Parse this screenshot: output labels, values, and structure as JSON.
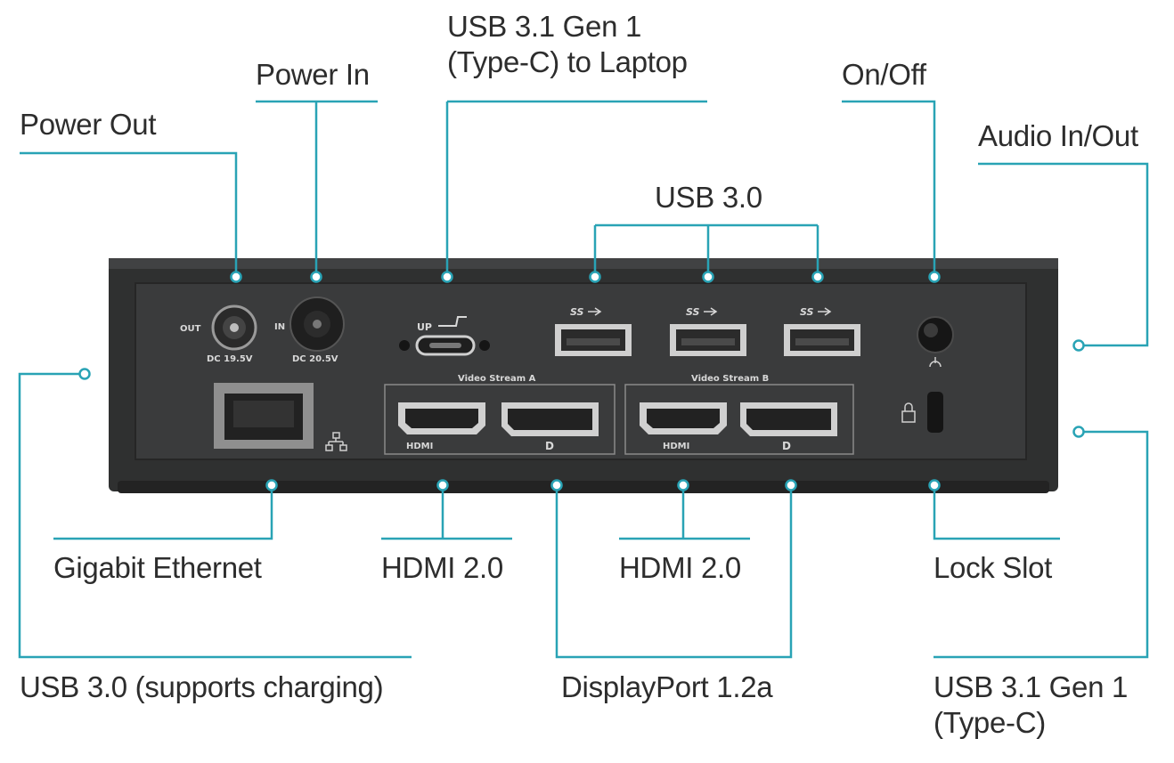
{
  "colors": {
    "callout": "#29a3b5",
    "device_body": "#2f3030",
    "device_panel": "#3a3b3c",
    "port_metal": "#cfcfcf",
    "label_text": "#2d2d2d"
  },
  "labels": {
    "power_out": "Power Out",
    "power_in": "Power In",
    "usb31_laptop_line1": "USB 3.1 Gen 1",
    "usb31_laptop_line2": "(Type-C) to Laptop",
    "on_off": "On/Off",
    "audio": "Audio In/Out",
    "usb30_top": "USB 3.0",
    "gigabit": "Gigabit Ethernet",
    "hdmi_a": "HDMI 2.0",
    "hdmi_b": "HDMI 2.0",
    "lock": "Lock Slot",
    "usb30_charging": "USB 3.0 (supports charging)",
    "displayport": "DisplayPort 1.2a",
    "usb31_typec_line1": "USB 3.1 Gen 1",
    "usb31_typec_line2": "(Type-C)"
  },
  "device_print": {
    "out": "OUT",
    "dc_out": "DC 19.5V",
    "in": "IN",
    "dc_in": "DC 20.5V",
    "up": "UP",
    "ss_logo": "SS",
    "stream_a": "Video Stream A",
    "stream_b": "Video Stream B",
    "hdmi_port": "HDMI",
    "dp_mark": "D"
  }
}
